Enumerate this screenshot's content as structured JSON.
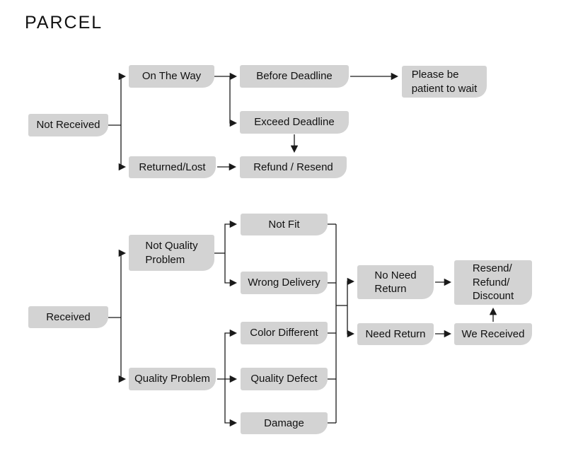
{
  "title": "PARCEL",
  "colors": {
    "node_fill": "#d3d3d3",
    "line": "#1a1a1a",
    "text": "#111111",
    "background": "#ffffff"
  },
  "nodes": {
    "not_received": {
      "label": "Not Received"
    },
    "on_the_way": {
      "label": "On The Way"
    },
    "before_deadline": {
      "label": "Before Deadline"
    },
    "please_be_patient": {
      "label": "Please be\npatient to wait"
    },
    "exceed_deadline": {
      "label": "Exceed Deadline"
    },
    "returned_lost": {
      "label": "Returned/Lost"
    },
    "refund_resend": {
      "label": "Refund / Resend"
    },
    "received": {
      "label": "Received"
    },
    "not_quality_problem": {
      "label": "Not Quality\nProblem"
    },
    "quality_problem": {
      "label": "Quality Problem"
    },
    "not_fit": {
      "label": "Not Fit"
    },
    "wrong_delivery": {
      "label": "Wrong Delivery"
    },
    "color_different": {
      "label": "Color Different"
    },
    "quality_defect": {
      "label": "Quality Defect"
    },
    "damage": {
      "label": "Damage"
    },
    "no_need_return": {
      "label": "No Need\nReturn"
    },
    "need_return": {
      "label": "Need Return"
    },
    "resend_refund_discount": {
      "label": "Resend/\nRefund/\nDiscount"
    },
    "we_received": {
      "label": "We Received"
    }
  },
  "edges": [
    {
      "from": "not_received",
      "to": "on_the_way"
    },
    {
      "from": "not_received",
      "to": "returned_lost"
    },
    {
      "from": "on_the_way",
      "to": "before_deadline"
    },
    {
      "from": "on_the_way",
      "to": "exceed_deadline"
    },
    {
      "from": "before_deadline",
      "to": "please_be_patient"
    },
    {
      "from": "exceed_deadline",
      "to": "refund_resend"
    },
    {
      "from": "returned_lost",
      "to": "refund_resend"
    },
    {
      "from": "received",
      "to": "not_quality_problem"
    },
    {
      "from": "received",
      "to": "quality_problem"
    },
    {
      "from": "not_quality_problem",
      "to": "not_fit"
    },
    {
      "from": "not_quality_problem",
      "to": "wrong_delivery"
    },
    {
      "from": "quality_problem",
      "to": "color_different"
    },
    {
      "from": "quality_problem",
      "to": "quality_defect"
    },
    {
      "from": "quality_problem",
      "to": "damage"
    },
    {
      "from": [
        "not_fit",
        "wrong_delivery",
        "color_different",
        "quality_defect",
        "damage"
      ],
      "to": [
        "no_need_return",
        "need_return"
      ],
      "type": "merge-split"
    },
    {
      "from": "no_need_return",
      "to": "resend_refund_discount"
    },
    {
      "from": "need_return",
      "to": "we_received"
    },
    {
      "from": "we_received",
      "to": "resend_refund_discount"
    }
  ]
}
